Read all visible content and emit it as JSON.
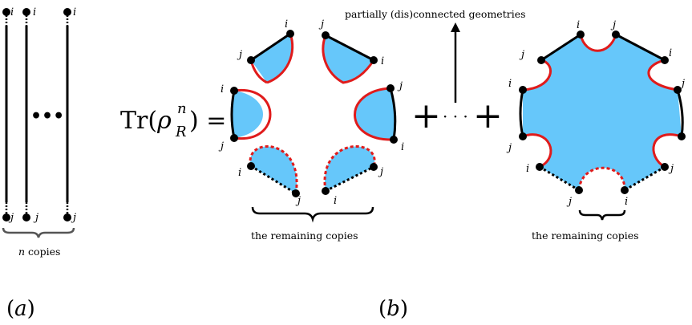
{
  "panel_a": {
    "label": "(a)",
    "endpoint_top": "i",
    "endpoint_bottom": "j",
    "dots": "•••",
    "caption_n": "n",
    "caption_rest": "copies"
  },
  "panel_b": {
    "label": "(b)",
    "equation": {
      "tr": "Tr(",
      "rho": "ρ",
      "sup": "n",
      "sub": "R",
      "close": ") ="
    },
    "plus": "+",
    "ellipsis": "· · ·",
    "arrow_label": "partially (dis)connected geometries",
    "caption_remaining_left": "the remaining copies",
    "caption_remaining_right": "the remaining copies",
    "point_i": "i",
    "point_j": "j"
  },
  "colors": {
    "fill": "#66c7fa",
    "boundary_red": "#e01b1b",
    "boundary_black": "#000000"
  }
}
